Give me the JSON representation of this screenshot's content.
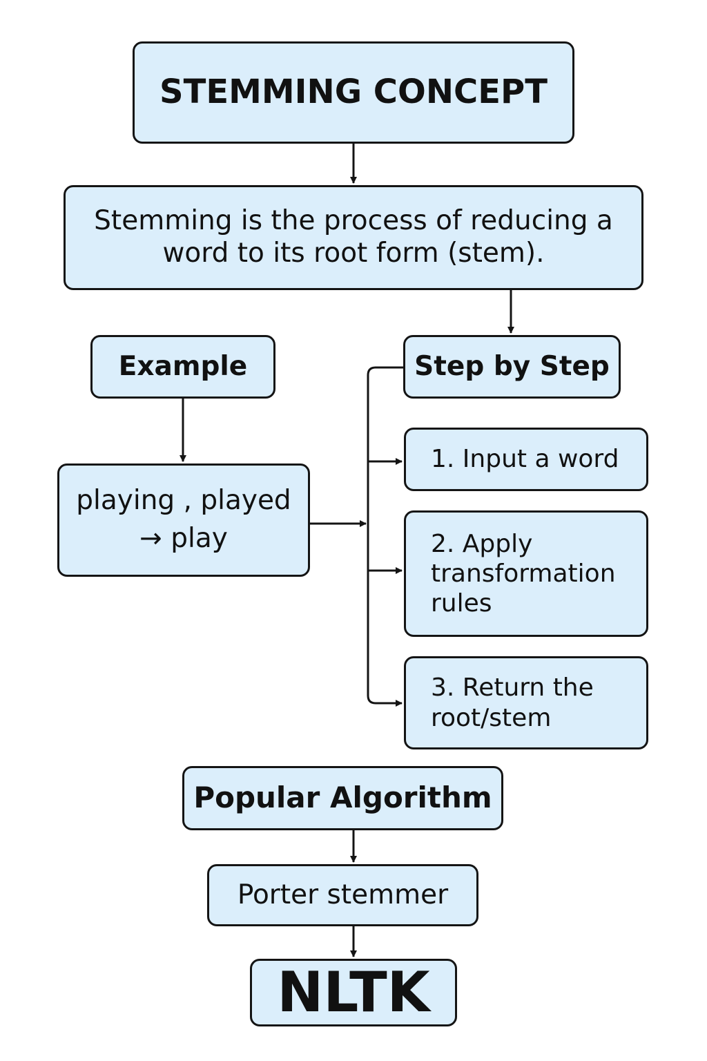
{
  "title": "STEMMING CONCEPT",
  "definition": "Stemming is the process of reducing a word to its root form (stem).",
  "example": {
    "heading": "Example",
    "line1": "playing , played",
    "line2": "→ play"
  },
  "steps": {
    "heading": "Step by Step",
    "step1": "1. Input a word",
    "step2_line1": "2. Apply",
    "step2_line2": "transformation",
    "step2_line3": "rules",
    "step3_line1": "3. Return the",
    "step3_line2": "root/stem"
  },
  "algorithm": {
    "heading": "Popular Algorithm",
    "name": "Porter stemmer",
    "library": "NLTK"
  },
  "colors": {
    "box_fill": "#dbeefb",
    "stroke": "#141414"
  }
}
